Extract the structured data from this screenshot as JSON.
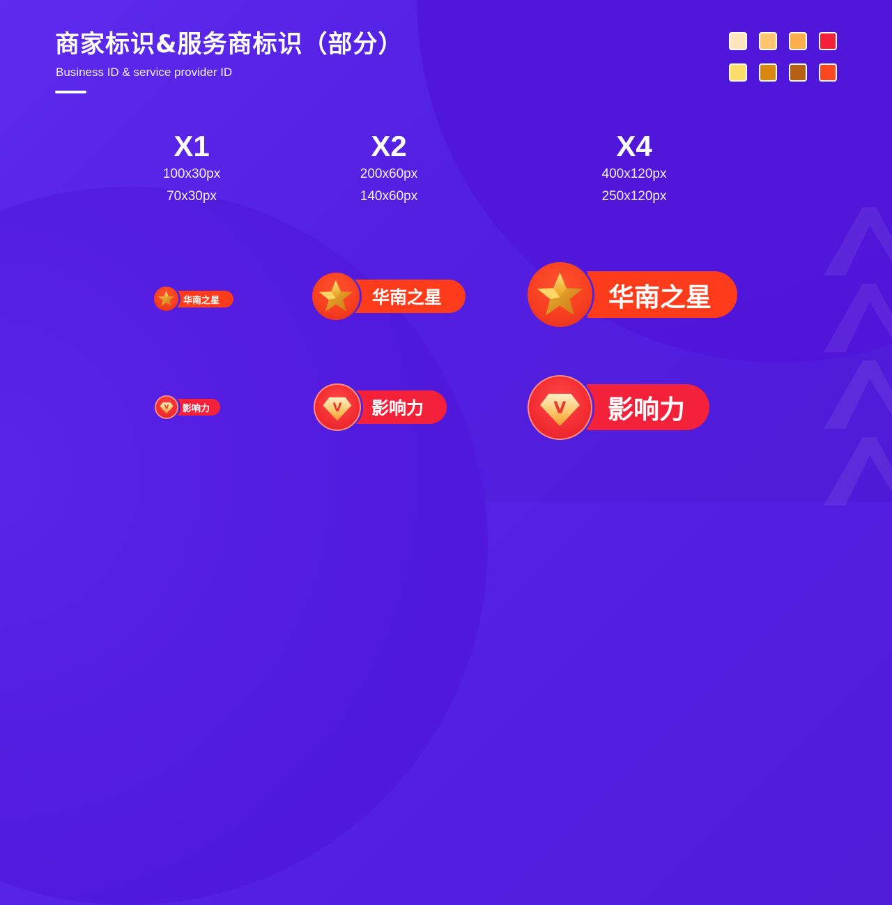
{
  "header": {
    "title": "商家标识&服务商标识（部分）",
    "subtitle": "Business ID & service provider ID"
  },
  "palette": {
    "row1": [
      "#FEE5BD",
      "#FEC46E",
      "#FDAD4C",
      "#F4213A"
    ],
    "row2": [
      "#FEDE68",
      "#D9870E",
      "#B66015",
      "#FE4621"
    ]
  },
  "scales": [
    {
      "label": "X1",
      "size_a": "100x30px",
      "size_b": "70x30px"
    },
    {
      "label": "X2",
      "size_a": "200x60px",
      "size_b": "140x60px"
    },
    {
      "label": "X4",
      "size_a": "400x120px",
      "size_b": "250x120px"
    }
  ],
  "badges": {
    "star": {
      "text": "华南之星",
      "icon": "gold-star-icon",
      "color": "#FE3C1C"
    },
    "influence": {
      "text": "影响力",
      "icon": "v-diamond-icon",
      "color": "#F3213A",
      "icon_letter": "V"
    }
  },
  "colors": {
    "background": "#5B27E8",
    "accent_orange": "#FE3C1C",
    "accent_red": "#F3213A",
    "gold": "#F5B52E"
  }
}
